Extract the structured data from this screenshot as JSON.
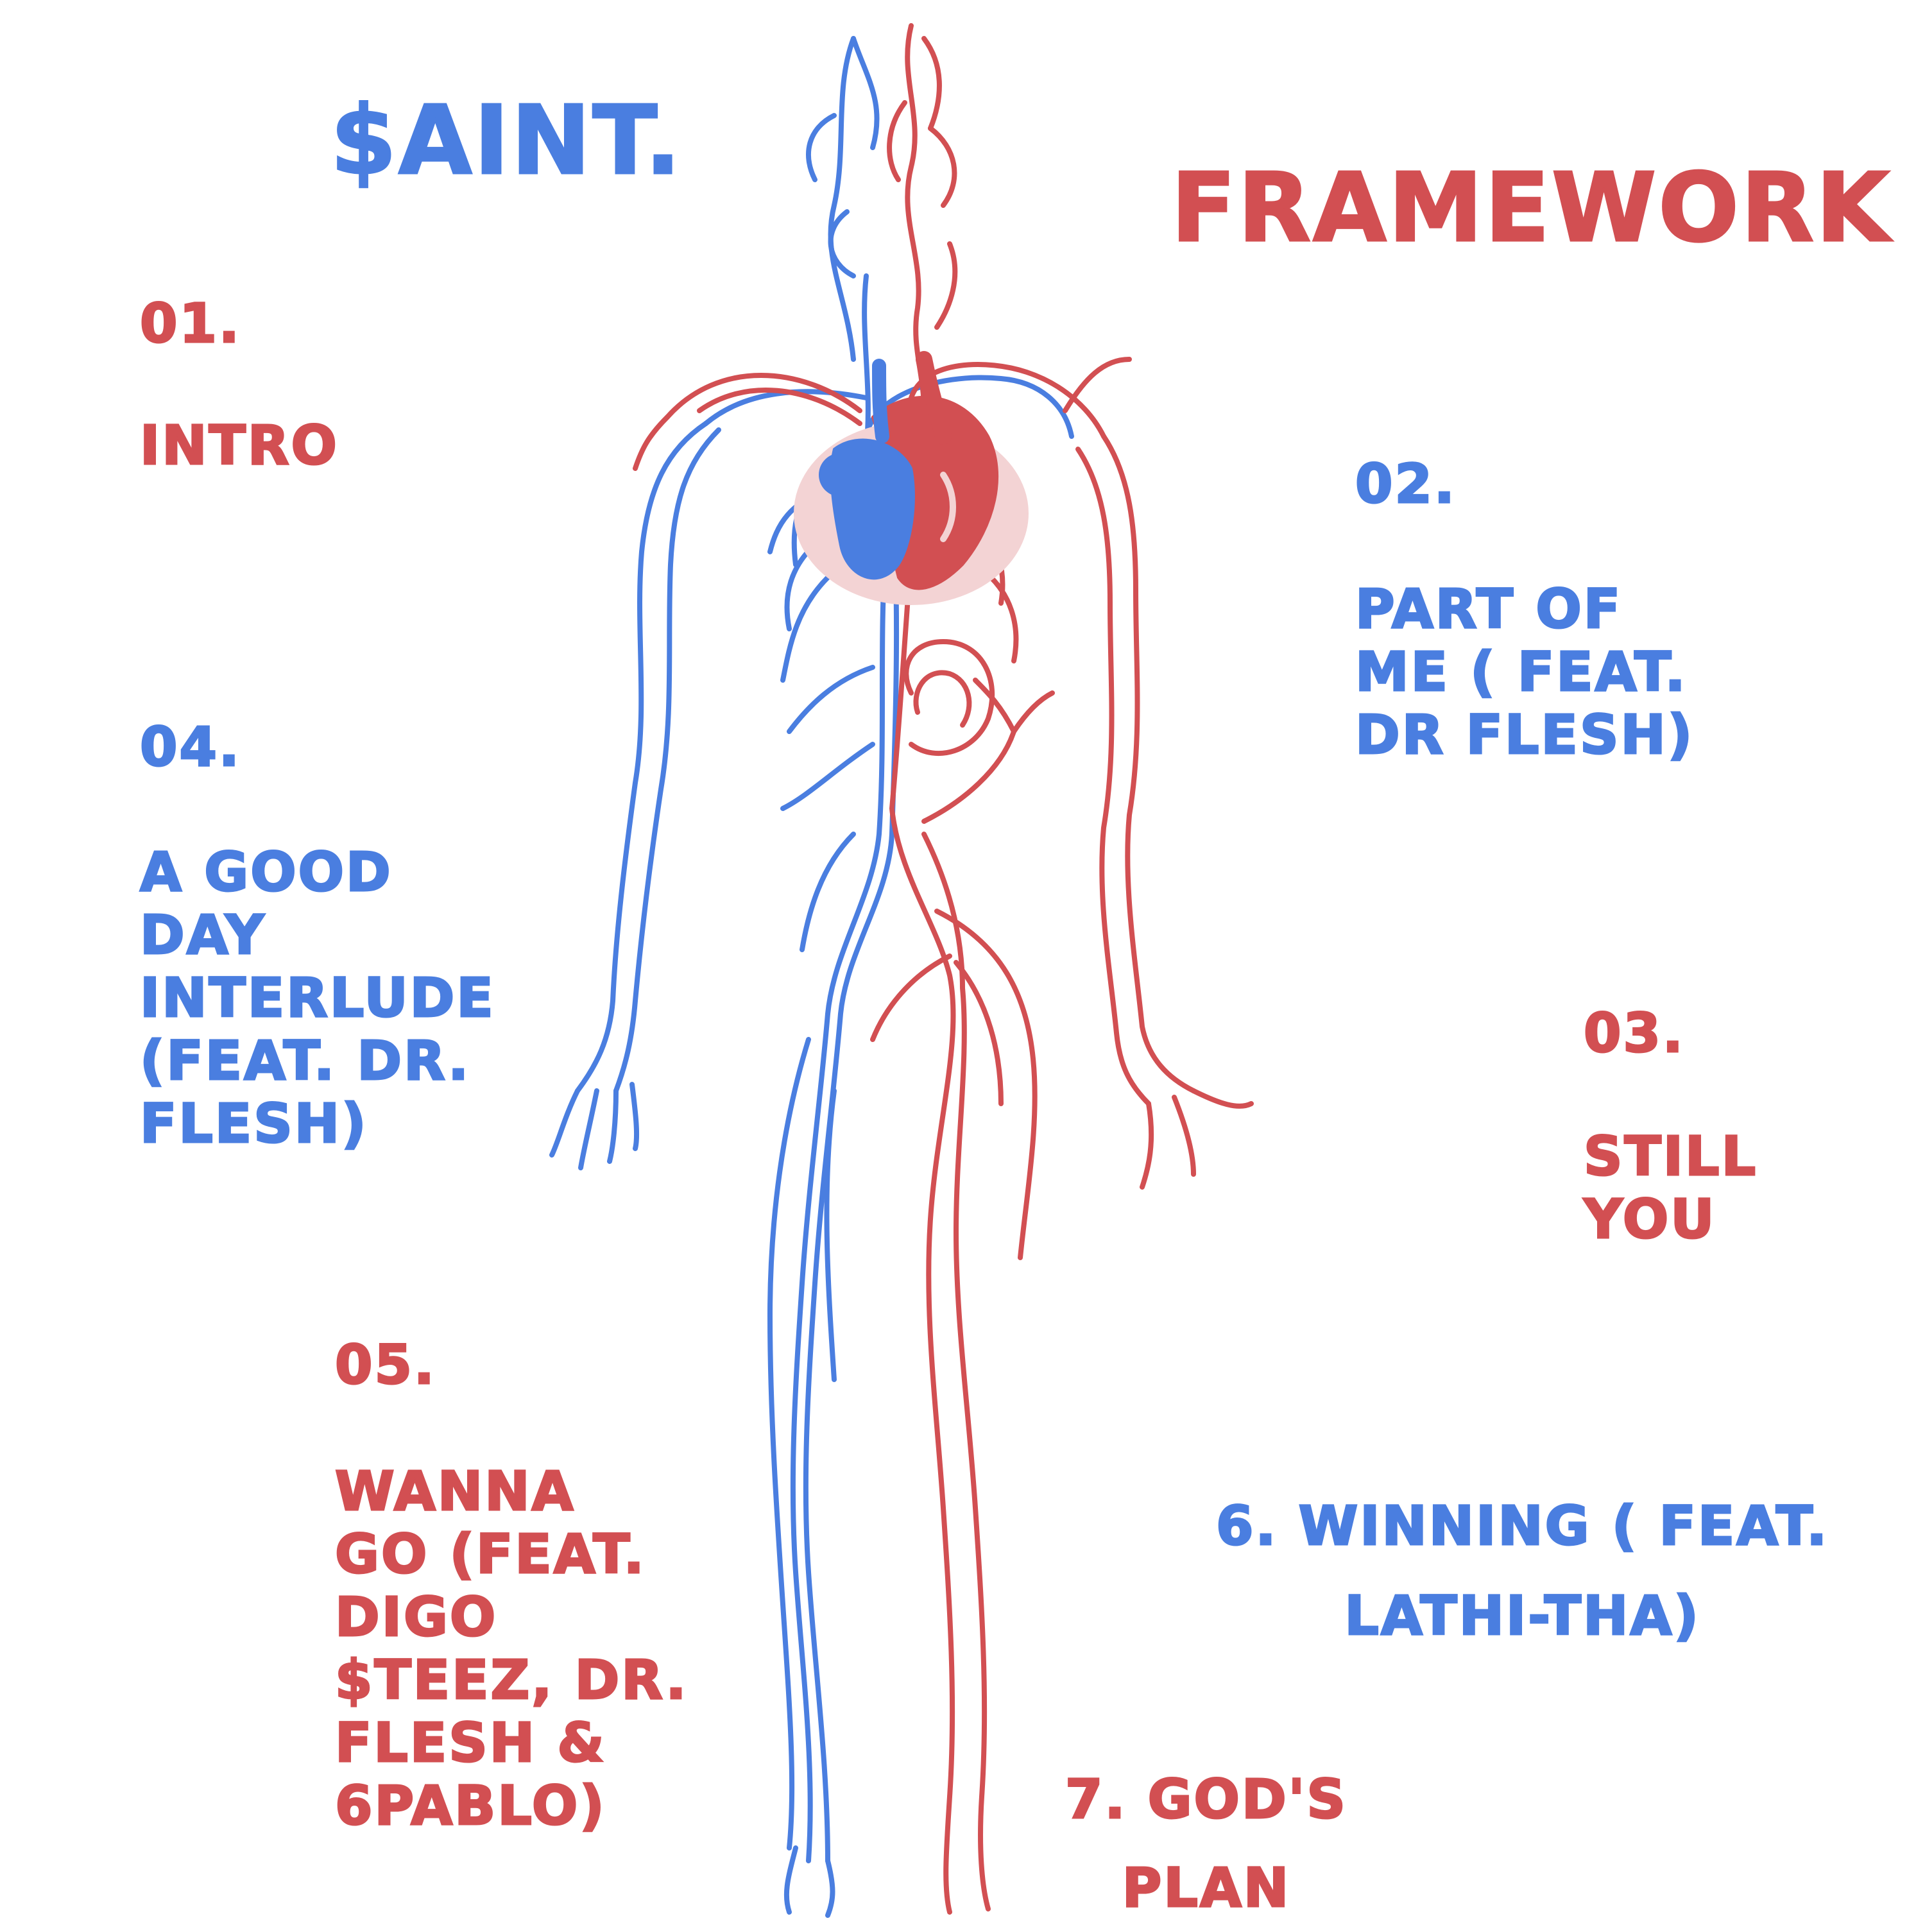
{
  "artist": "$AINT.",
  "album": "FRAMEWORK",
  "colors": {
    "blue": "#4a7ee0",
    "red": "#d24f52",
    "heart_halo": "#f3d3d4"
  },
  "illustration": {
    "subject": "human circulatory system",
    "icon": "circulatory-system-icon"
  },
  "tracks": [
    {
      "number": "01.",
      "title": "INTRO"
    },
    {
      "number": "02.",
      "title_lines": [
        "PART OF",
        "ME ( FEAT.",
        "DR FLESH)"
      ]
    },
    {
      "number": "03.",
      "title_lines": [
        "STILL",
        "YOU"
      ]
    },
    {
      "number": "04.",
      "title_lines": [
        "A GOOD",
        "DAY",
        "INTERLUDE",
        "(FEAT. DR.",
        "FLESH)"
      ]
    },
    {
      "number": "05.",
      "title_lines": [
        "WANNA",
        "GO (FEAT.",
        "DIGO",
        "$TEEZ, DR.",
        "FLESH &",
        "6PABLO)"
      ]
    },
    {
      "label_lines": [
        "6. WINNING ( FEAT.",
        "LATHI-THA)"
      ]
    },
    {
      "label_lines": [
        "7. GOD'S",
        "PLAN"
      ]
    }
  ]
}
